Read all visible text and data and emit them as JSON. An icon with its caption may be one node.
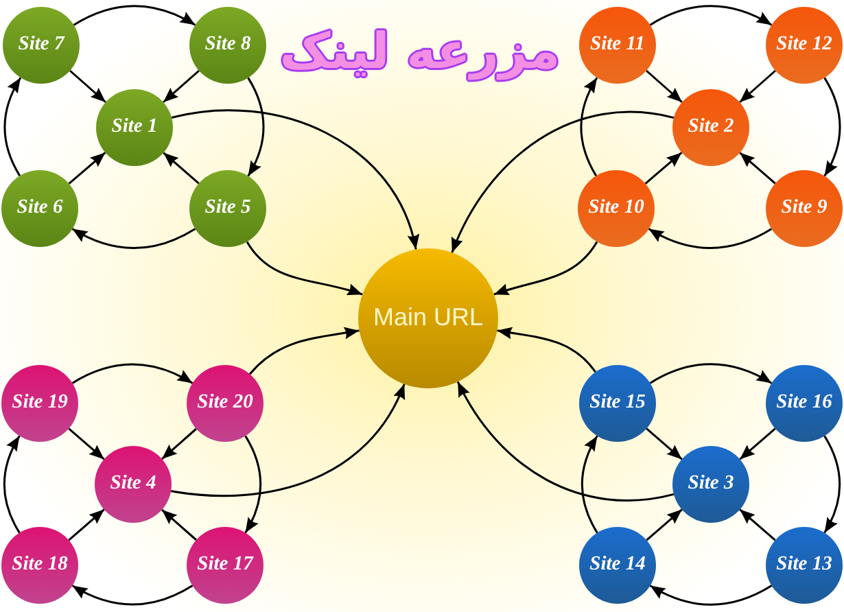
{
  "diagram": {
    "title": "مزرعه لینک",
    "nodes": [
      {
        "text": [
          "Site 7"
        ]
      },
      {
        "text": [
          "Site 8"
        ]
      },
      {
        "text": [
          "Site 11"
        ]
      },
      {
        "text": [
          "Site 12"
        ]
      },
      {
        "text": [
          "Site 1"
        ]
      },
      {
        "text": [
          "Site 2"
        ]
      },
      {
        "text": [
          "Site 6"
        ]
      },
      {
        "text": [
          "Site 5"
        ]
      },
      {
        "text": [
          "Site 10"
        ]
      },
      {
        "text": [
          "Site 9"
        ]
      },
      {
        "text": [
          "Main URL"
        ]
      },
      {
        "text": [
          "Site 19"
        ]
      },
      {
        "text": [
          "Site 20"
        ]
      },
      {
        "text": [
          "Site 15"
        ]
      },
      {
        "text": [
          "Site 16"
        ]
      },
      {
        "text": [
          "Site 4"
        ]
      },
      {
        "text": [
          "Site 3"
        ]
      },
      {
        "text": [
          "Site 18"
        ]
      },
      {
        "text": [
          "Site 17"
        ]
      },
      {
        "text": [
          "Site 14"
        ]
      },
      {
        "text": [
          "Site 13"
        ]
      }
    ],
    "edges": [
      {
        "from": 0,
        "to": 1,
        "arrow": "to"
      },
      {
        "from": 1,
        "to": 7,
        "arrow": "to"
      },
      {
        "from": 7,
        "to": 6,
        "arrow": "to"
      },
      {
        "from": 6,
        "to": 0,
        "arrow": "to"
      },
      {
        "from": 0,
        "to": 4,
        "arrow": "to"
      },
      {
        "from": 1,
        "to": 4,
        "arrow": "to"
      },
      {
        "from": 6,
        "to": 4,
        "arrow": "to"
      },
      {
        "from": 7,
        "to": 4,
        "arrow": "to"
      },
      {
        "from": 2,
        "to": 3,
        "arrow": "to"
      },
      {
        "from": 3,
        "to": 9,
        "arrow": "to"
      },
      {
        "from": 9,
        "to": 8,
        "arrow": "to"
      },
      {
        "from": 8,
        "to": 2,
        "arrow": "to"
      },
      {
        "from": 2,
        "to": 5,
        "arrow": "to"
      },
      {
        "from": 3,
        "to": 5,
        "arrow": "to"
      },
      {
        "from": 8,
        "to": 5,
        "arrow": "to"
      },
      {
        "from": 9,
        "to": 5,
        "arrow": "to"
      },
      {
        "from": 11,
        "to": 12,
        "arrow": "to"
      },
      {
        "from": 12,
        "to": 18,
        "arrow": "to"
      },
      {
        "from": 18,
        "to": 17,
        "arrow": "to"
      },
      {
        "from": 17,
        "to": 11,
        "arrow": "to"
      },
      {
        "from": 11,
        "to": 15,
        "arrow": "to"
      },
      {
        "from": 12,
        "to": 15,
        "arrow": "to"
      },
      {
        "from": 17,
        "to": 15,
        "arrow": "to"
      },
      {
        "from": 18,
        "to": 15,
        "arrow": "to"
      },
      {
        "from": 13,
        "to": 14,
        "arrow": "to"
      },
      {
        "from": 14,
        "to": 20,
        "arrow": "to"
      },
      {
        "from": 20,
        "to": 19,
        "arrow": "to"
      },
      {
        "from": 19,
        "to": 13,
        "arrow": "to"
      },
      {
        "from": 13,
        "to": 16,
        "arrow": "to"
      },
      {
        "from": 14,
        "to": 16,
        "arrow": "to"
      },
      {
        "from": 19,
        "to": 16,
        "arrow": "to"
      },
      {
        "from": 20,
        "to": 16,
        "arrow": "to"
      },
      {
        "from": 4,
        "to": 10,
        "arrow": "to"
      },
      {
        "from": 7,
        "to": 10,
        "arrow": "to"
      },
      {
        "from": 5,
        "to": 10,
        "arrow": "to"
      },
      {
        "from": 8,
        "to": 10,
        "arrow": "to"
      },
      {
        "from": 15,
        "to": 10,
        "arrow": "to"
      },
      {
        "from": 12,
        "to": 10,
        "arrow": "to"
      },
      {
        "from": 16,
        "to": 10,
        "arrow": "to"
      },
      {
        "from": 13,
        "to": 10,
        "arrow": "to"
      }
    ]
  }
}
